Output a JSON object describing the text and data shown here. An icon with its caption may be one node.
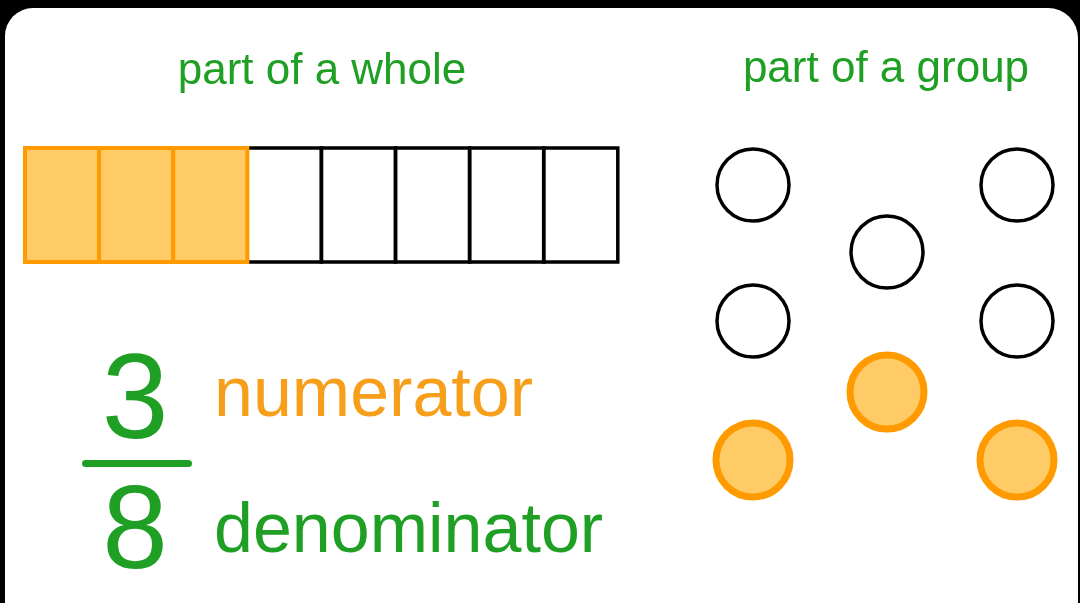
{
  "diagram": {
    "nodes": [
      {
        "text": [],
        "shape": "box"
      },
      {
        "text": [],
        "shape": "box"
      },
      {
        "text": [],
        "shape": "box"
      },
      {
        "text": [],
        "shape": "box"
      },
      {
        "text": [],
        "shape": "box"
      },
      {
        "text": [],
        "shape": "box"
      },
      {
        "text": [],
        "shape": "box"
      },
      {
        "text": [],
        "shape": "box"
      },
      {
        "text": [],
        "shape": "circle"
      },
      {
        "text": [],
        "shape": "circle"
      },
      {
        "text": [],
        "shape": "circle"
      },
      {
        "text": [],
        "shape": "circle"
      },
      {
        "text": [],
        "shape": "circle"
      },
      {
        "text": [],
        "shape": "circle"
      },
      {
        "text": [],
        "shape": "circle"
      },
      {
        "text": [],
        "shape": "circle"
      }
    ],
    "labels": [
      "part of a whole",
      "part of a group",
      "3",
      "8",
      "numerator",
      "denominator"
    ]
  }
}
